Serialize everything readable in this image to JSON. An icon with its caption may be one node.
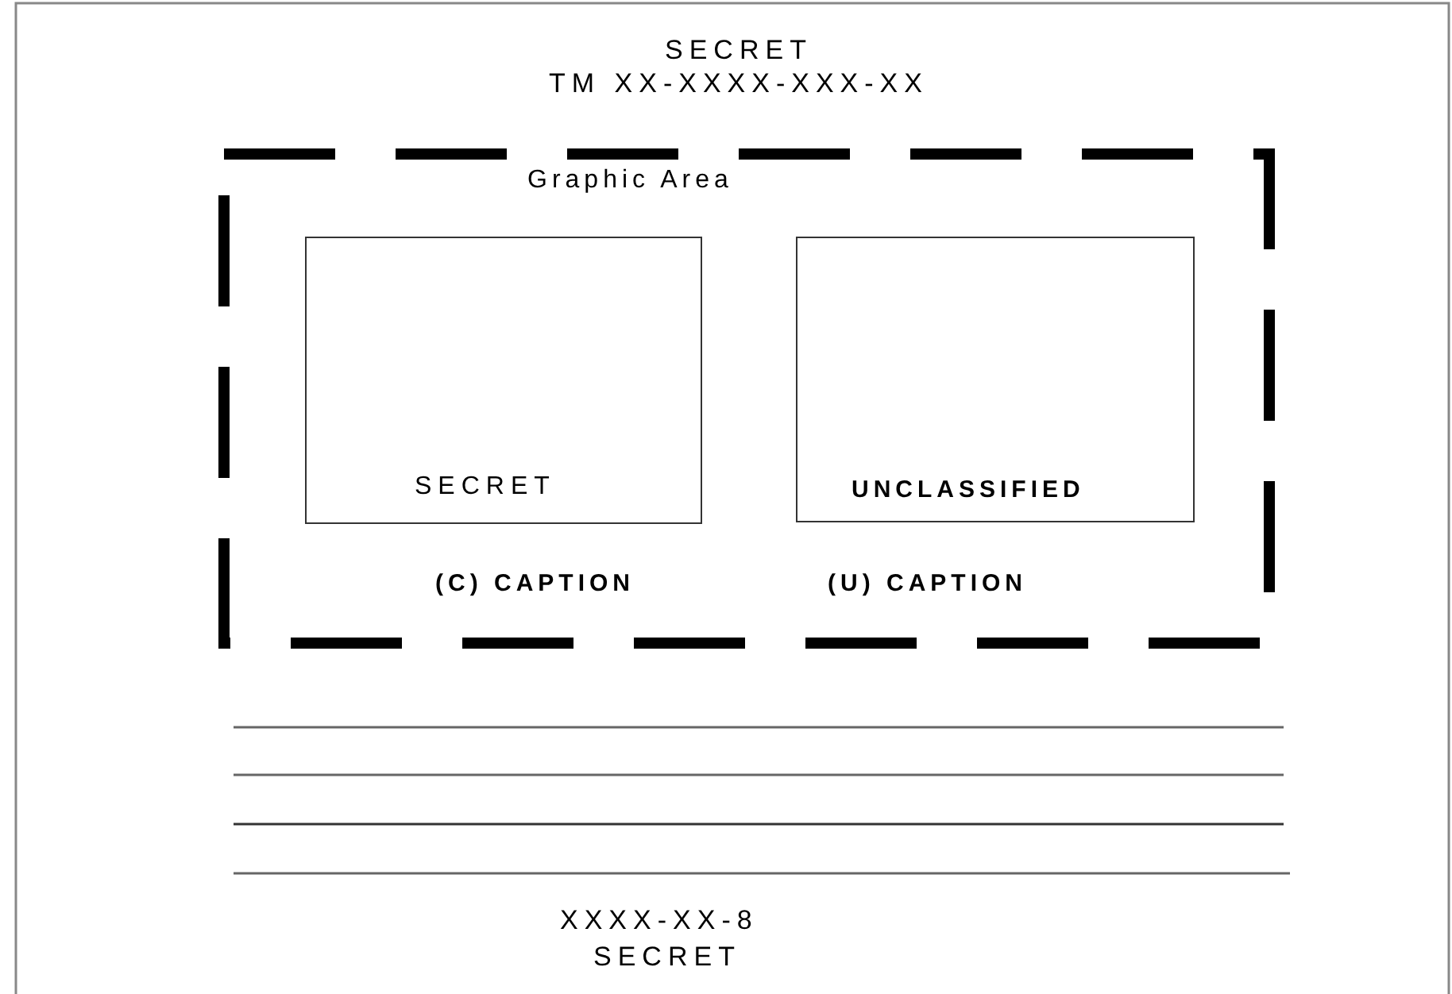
{
  "diagram": {
    "nodes": [
      {
        "text": [
          "Graphic Area"
        ]
      },
      {
        "text": [
          "SECRET"
        ],
        "in": 0,
        "beside": [
          "(C) CAPTION"
        ]
      },
      {
        "text": [
          "UNCLASSIFIED"
        ],
        "in": 0,
        "beside": [
          "(U) CAPTION"
        ]
      }
    ],
    "labels": [
      "SECRET",
      "TM XX-XXXX-XXX-XX",
      "XXXX-XX-8",
      "SECRET"
    ]
  }
}
